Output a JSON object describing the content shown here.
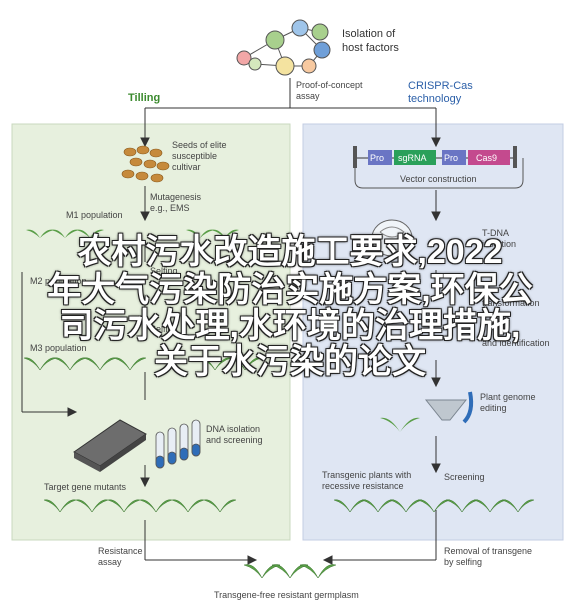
{
  "colors": {
    "left_panel": "#e7f0de",
    "right_panel": "#dfe6f3",
    "tilling_color": "#3b8a2e",
    "crispr_color": "#2b5fa8",
    "overlay_text": "#ffffff",
    "pro_box": "#6a75c4",
    "sgrna_box": "#2aa05a",
    "cas9_box": "#c44a8e"
  },
  "top": {
    "isolation_label": "Isolation of\nhost factors",
    "proof_label": "Proof-of-concept\nassay"
  },
  "left": {
    "header": "Tilling",
    "seeds": "Seeds of elite\nsusceptible\ncultivar",
    "mutagenesis": "Mutagenesis\ne.g., EMS",
    "m1": "M1 population",
    "selfing1": "Selfing",
    "m2": "M2 population",
    "selfing2": "Selfing",
    "m3": "M3 population",
    "dna": "DNA isolation\nand screening",
    "target": "Target gene mutants"
  },
  "right": {
    "header": "CRISPR-Cas\ntechnology",
    "pro": "Pro",
    "sgrna": "sgRNA",
    "pro2": "Pro",
    "cas9": "Cas9",
    "vector": "Vector construction",
    "tdna": "T-DNA\ninsertion",
    "transformation": "transformation",
    "selection": "and identification",
    "genome": "Plant genome\nediting",
    "screening": "Screening",
    "transgenic": "Transgenic plants with\nrecessive resistance"
  },
  "bottom": {
    "resistance": "Resistance\nassay",
    "removal": "Removal of transgene\nby selfing",
    "germplasm": "Transgene-free resistant germplasm"
  },
  "overlay": {
    "line1": "农村污水改造施工要求,2022",
    "line2": "年大气污染防治实施方案,环保公",
    "line3": "司污水处理,水环境的治理措施,",
    "line4": "关于水污染的论文"
  }
}
